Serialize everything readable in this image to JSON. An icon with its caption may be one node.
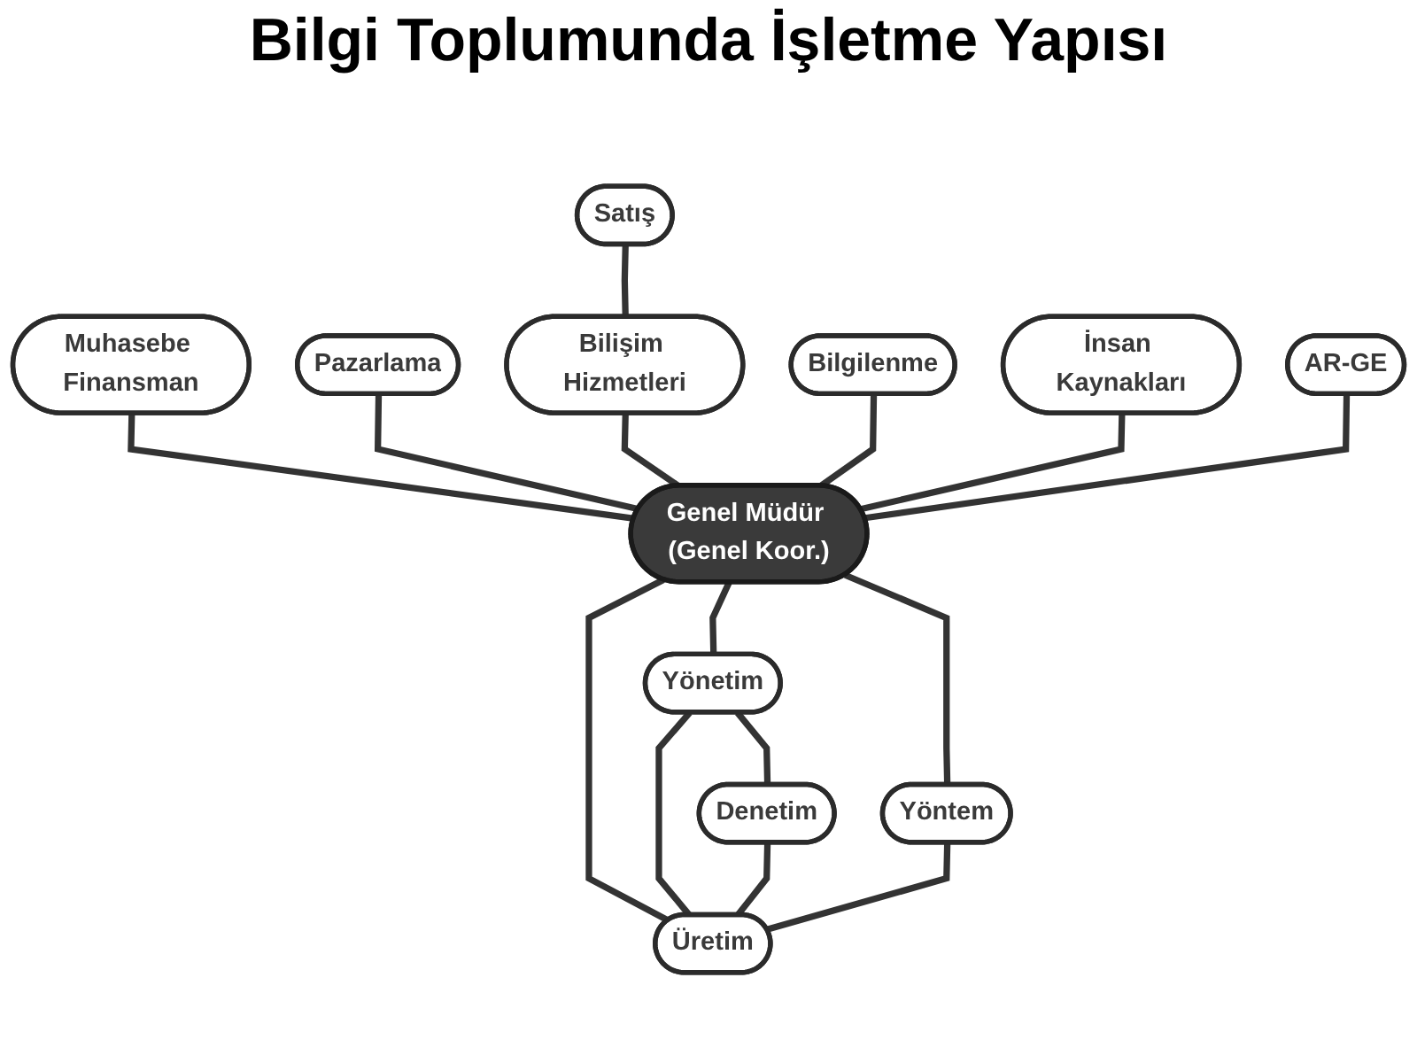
{
  "diagram": {
    "title": "Bilgi Toplumunda İşletme Yapısı",
    "nodes": [
      {
        "text": [
          "Muhasebe Finansman"
        ]
      },
      {
        "text": [
          "Satış"
        ]
      },
      {
        "text": [
          "Pazarlama"
        ]
      },
      {
        "text": [
          "Bilişim Hizmetleri"
        ]
      },
      {
        "text": [
          "Bilgilenme"
        ]
      },
      {
        "text": [
          "İnsan Kaynakları"
        ]
      },
      {
        "text": [
          "AR-GE"
        ]
      },
      {
        "text": [
          "Genel Müdür (Genel Koor.)"
        ]
      },
      {
        "text": [
          "Yönetim"
        ]
      },
      {
        "text": [
          "Yöntem"
        ]
      },
      {
        "text": [
          "Denetim"
        ]
      },
      {
        "text": [
          "Üretim"
        ]
      }
    ],
    "edges": [
      {
        "from": 1,
        "to": 3,
        "arrow": "none"
      },
      {
        "from": 0,
        "to": 7,
        "arrow": "none"
      },
      {
        "from": 2,
        "to": 7,
        "arrow": "none"
      },
      {
        "from": 3,
        "to": 7,
        "arrow": "none"
      },
      {
        "from": 4,
        "to": 7,
        "arrow": "none"
      },
      {
        "from": 5,
        "to": 7,
        "arrow": "none"
      },
      {
        "from": 6,
        "to": 7,
        "arrow": "none"
      },
      {
        "from": 7,
        "to": 8,
        "arrow": "none"
      },
      {
        "from": 7,
        "to": 9,
        "arrow": "none"
      },
      {
        "from": 7,
        "to": 11,
        "arrow": "none"
      },
      {
        "from": 8,
        "to": 10,
        "arrow": "none"
      },
      {
        "from": 8,
        "to": 11,
        "arrow": "none"
      },
      {
        "from": 10,
        "to": 11,
        "arrow": "none"
      },
      {
        "from": 9,
        "to": 11,
        "arrow": "none"
      }
    ]
  }
}
